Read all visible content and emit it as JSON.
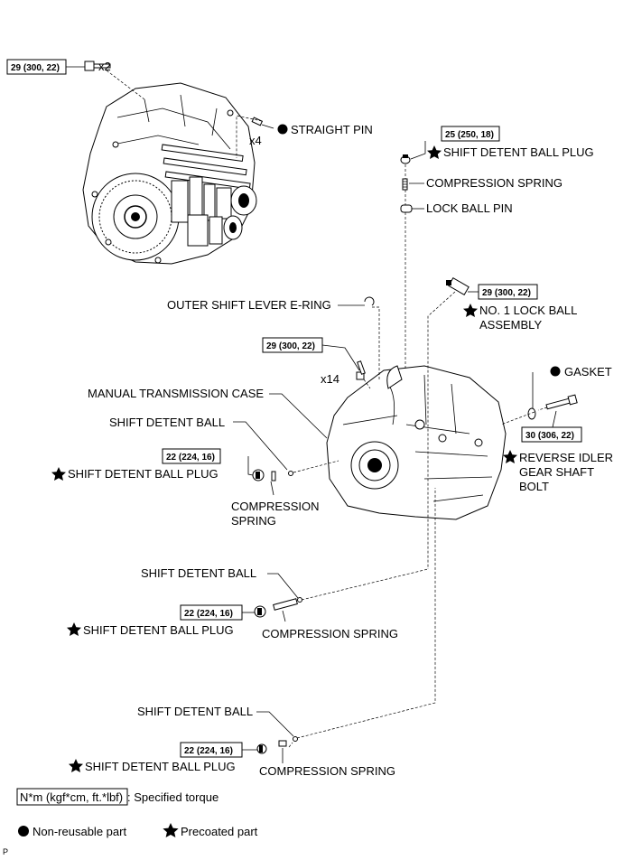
{
  "callouts": {
    "top_bolt_torque": "29 (300, 22)",
    "top_bolt_qty": "x2",
    "straight_pin_qty": "x4",
    "straight_pin": "STRAIGHT PIN",
    "upper_plug_torque": "25 (250, 18)",
    "upper_plug": "SHIFT DETENT BALL PLUG",
    "upper_spring": "COMPRESSION SPRING",
    "lock_ball_pin": "LOCK BALL PIN",
    "lock_ball_torque": "29 (300, 22)",
    "lock_ball_line1": "NO. 1 LOCK BALL",
    "lock_ball_line2": "ASSEMBLY",
    "e_ring": "OUTER SHIFT LEVER E-RING",
    "case_bolt_torque": "29 (300, 22)",
    "case_bolt_qty": "x14",
    "gasket": "GASKET",
    "case": "MANUAL TRANSMISSION CASE",
    "ball1": "SHIFT DETENT BALL",
    "plug1_torque": "22 (224, 16)",
    "plug1": "SHIFT DETENT BALL PLUG",
    "spring1_line1": "COMPRESSION",
    "spring1_line2": "SPRING",
    "idler_torque": "30 (306, 22)",
    "idler_line1": "REVERSE IDLER",
    "idler_line2": "GEAR SHAFT",
    "idler_line3": "BOLT",
    "ball2": "SHIFT DETENT BALL",
    "plug2_torque": "22 (224, 16)",
    "plug2": "SHIFT DETENT BALL PLUG",
    "spring2": "COMPRESSION SPRING",
    "ball3": "SHIFT DETENT BALL",
    "plug3_torque": "22 (224, 16)",
    "plug3": "SHIFT DETENT BALL PLUG",
    "spring3": "COMPRESSION SPRING"
  },
  "legend": {
    "torque_unit": "N*m (kgf*cm, ft.*lbf)",
    "torque_desc": ": Specified torque",
    "non_reusable": "Non-reusable part",
    "precoated": "Precoated part"
  },
  "footer": {
    "code": "P"
  }
}
